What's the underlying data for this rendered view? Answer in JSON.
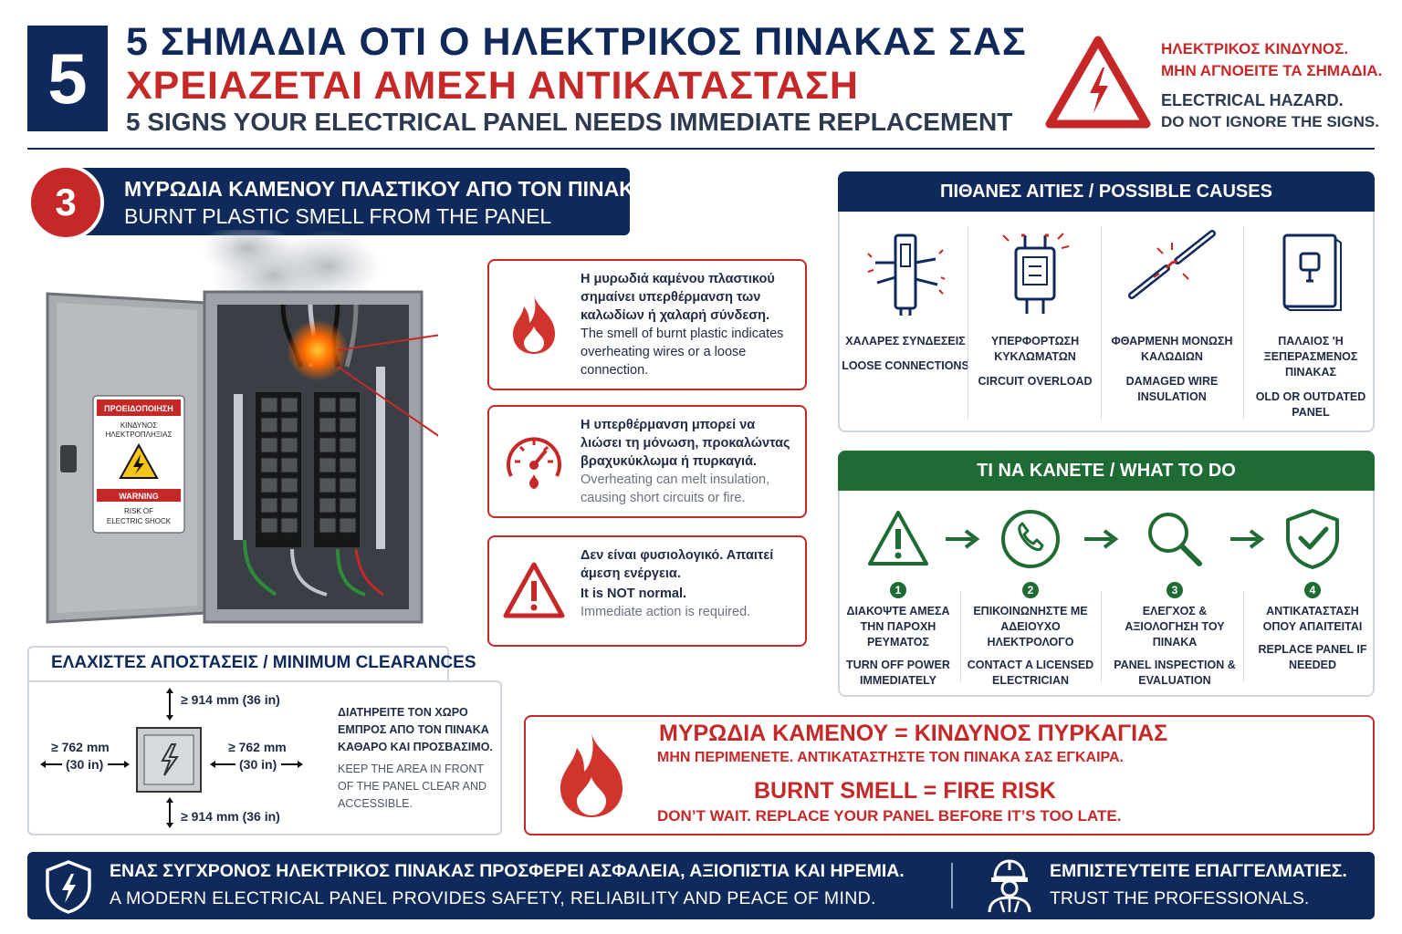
{
  "header": {
    "badge_number": "5",
    "title_greek_line1": "5 ΣΗΜΑΔΙΑ ΟΤΙ Ο ΗΛΕΚΤΡΙΚΟΣ ΠΙΝΑΚΑΣ ΣΑΣ",
    "title_greek_line2": "ΧΡΕΙΑΖΕΤΑΙ ΑΜΕΣΗ ΑΝΤΙΚΑΤΑΣΤΑΣΗ",
    "title_english": "5 SIGNS YOUR ELECTRICAL PANEL NEEDS IMMEDIATE REPLACEMENT",
    "hazard_icon": "electrical-hazard-triangle-icon",
    "hazard_greek_line1": "ΗΛΕΚΤΡΙΚΟΣ ΚΙΝΔΥΝΟΣ.",
    "hazard_greek_line2": "ΜΗΝ ΑΓΝΟΕΙΤΕ ΤΑ ΣΗΜΑΔΙΑ.",
    "hazard_english_line1": "ELECTRICAL HAZARD.",
    "hazard_english_line2": "DO NOT IGNORE THE SIGNS."
  },
  "section": {
    "number": "3",
    "title_greek": "ΜΥΡΩΔΙΑ ΚΑΜΕΝΟΥ ΠΛΑΣΤΙΚΟΥ ΑΠΟ ΤΟΝ ΠΙΝΑΚΑ",
    "title_english": "BURNT PLASTIC SMELL FROM THE PANEL"
  },
  "panel_sign": {
    "header": "ΠΡΟΕΙΔΟΠΟΙΗΣΗ",
    "greek_line1": "ΚΙΝΔΥΝΟΣ",
    "greek_line2": "ΗΛΕΚΤΡΟΠΛΗΞΙΑΣ",
    "warning": "WARNING",
    "english_line1": "RISK OF",
    "english_line2": "ELECTRIC SHOCK"
  },
  "info_boxes": [
    {
      "icon": "flame-icon",
      "greek": "Η μυρωδιά καμένου πλαστικού σημαίνει υπερθέρμανση των καλωδίων ή χαλαρή σύνδεση.",
      "english": "The smell of burnt plastic indicates overheating wires or a loose connection."
    },
    {
      "icon": "temperature-gauge-icon",
      "greek": "Η υπερθέρμανση μπορεί να λιώσει τη μόνωση, προκαλώντας βραχυκύκλωμα ή πυρκαγιά.",
      "english": "Overheating can melt insulation, causing short circuits or fire."
    },
    {
      "icon": "warning-triangle-icon",
      "greek": "Δεν είναι φυσιολογικό. Απαιτεί άμεση ενέργεια.",
      "english_strong": "It is NOT normal.",
      "english": "Immediate action is required."
    }
  ],
  "clearances": {
    "title": "ΕΛΑΧΙΣΤΕΣ ΑΠΟΣΤΑΣΕΙΣ / MINIMUM CLEARANCES",
    "top": "≥ 914 mm (36 in)",
    "bottom": "≥ 914 mm (36 in)",
    "left_line1": "≥ 762 mm",
    "left_line2": "(30 in)",
    "right_line1": "≥ 762 mm",
    "right_line2": "(30 in)",
    "greek_note": "ΔΙΑΤΗΡΕΙΤΕ ΤΟΝ ΧΩΡΟ ΕΜΠΡΟΣ ΑΠΟ ΤΟΝ ΠΙΝΑΚΑ ΚΑΘΑΡΟ ΚΑΙ ΠΡΟΣΒΑΣΙΜΟ.",
    "english_note": "KEEP THE AREA IN FRONT OF THE PANEL CLEAR AND ACCESSIBLE."
  },
  "causes": {
    "title": "ΠΙΘΑΝΕΣ ΑΙΤΙΕΣ / POSSIBLE CAUSES",
    "items": [
      {
        "icon": "loose-connections-icon",
        "greek": "ΧΑΛΑΡΕΣ ΣΥΝΔΕΣΕΙΣ",
        "english": "LOOSE CONNECTIONS"
      },
      {
        "icon": "circuit-overload-icon",
        "greek": "ΥΠΕΡΦΟΡΤΩΣΗ ΚΥΚΛΩΜΑΤΩΝ",
        "english": "CIRCUIT OVERLOAD"
      },
      {
        "icon": "damaged-wire-icon",
        "greek": "ΦΘΑΡΜΕΝΗ ΜΟΝΩΣΗ ΚΑΛΩΔΙΩΝ",
        "english": "DAMAGED WIRE INSULATION"
      },
      {
        "icon": "outdated-panel-icon",
        "greek": "ΠΑΛΑΙΟΣ 'Η ΞΕΠΕΡΑΣΜΕΝΟΣ ΠΙΝΑΚΑΣ",
        "english": "OLD OR OUTDATED PANEL"
      }
    ]
  },
  "todo": {
    "title": "ΤΙ ΝΑ ΚΑΝΕΤΕ / WHAT TO DO",
    "steps": [
      {
        "num": "1",
        "icon": "warning-triangle-icon",
        "greek": "ΔΙΑΚΟΨΤΕ ΑΜΕΣΑ ΤΗΝ ΠΑΡΟΧΗ ΡΕΥΜΑΤΟΣ",
        "english": "TURN OFF POWER IMMEDIATELY"
      },
      {
        "num": "2",
        "icon": "phone-icon",
        "greek": "ΕΠΙΚΟΙΝΩΝΗΣΤΕ ΜΕ ΑΔΕΙΟΥΧΟ ΗΛΕΚΤΡΟΛΟΓΟ",
        "english": "CONTACT A LICENSED ELECTRICIAN"
      },
      {
        "num": "3",
        "icon": "magnifier-icon",
        "greek": "ΕΛΕΓΧΟΣ & ΑΞΙΟΛΟΓΗΣΗ ΤΟΥ ΠΙΝΑΚΑ",
        "english": "PANEL INSPECTION & EVALUATION"
      },
      {
        "num": "4",
        "icon": "shield-check-icon",
        "greek": "ΑΝΤΙΚΑΤΑΣΤΑΣΗ ΟΠΟΥ ΑΠΑΙΤΕΙΤΑΙ",
        "english": "REPLACE PANEL IF NEEDED"
      }
    ]
  },
  "fire_risk": {
    "greek_headline": "ΜΥΡΩΔΙΑ ΚΑΜΕΝΟΥ = ΚΙΝΔΥΝΟΣ ΠΥΡΚΑΓΙΑΣ",
    "greek_sub": "ΜΗΝ ΠΕΡΙΜΕΝΕΤΕ. ΑΝΤΙΚΑΤΑΣΤΗΣΤΕ ΤΟΝ ΠΙΝΑΚΑ ΣΑΣ ΕΓΚΑΙΡΑ.",
    "english_headline": "BURNT SMELL = FIRE RISK",
    "english_sub": "DON’T WAIT. REPLACE YOUR PANEL BEFORE IT’S TOO LATE."
  },
  "footer": {
    "shield_icon": "shield-bolt-icon",
    "greek": "ΕΝΑΣ ΣΥΓΧΡΟΝΟΣ ΗΛΕΚΤΡΙΚΟΣ ΠΙΝΑΚΑΣ ΠΡΟΣΦΕΡΕΙ ΑΣΦΑΛΕΙΑ, ΑΞΙΟΠΙΣΤΙΑ ΚΑΙ ΗΡΕΜΙΑ.",
    "english": "A MODERN ELECTRICAL PANEL PROVIDES SAFETY, RELIABILITY AND PEACE OF MIND.",
    "worker_icon": "electrician-worker-icon",
    "right_greek": "ΕΜΠΙΣΤΕΥΤΕΙΤΕ ΕΠΑΓΓΕΛΜΑΤΙΕΣ.",
    "right_english": "TRUST THE PROFESSIONALS."
  },
  "colors": {
    "navy": "#0f2a5a",
    "red": "#c62828",
    "green": "#1e6b34"
  }
}
